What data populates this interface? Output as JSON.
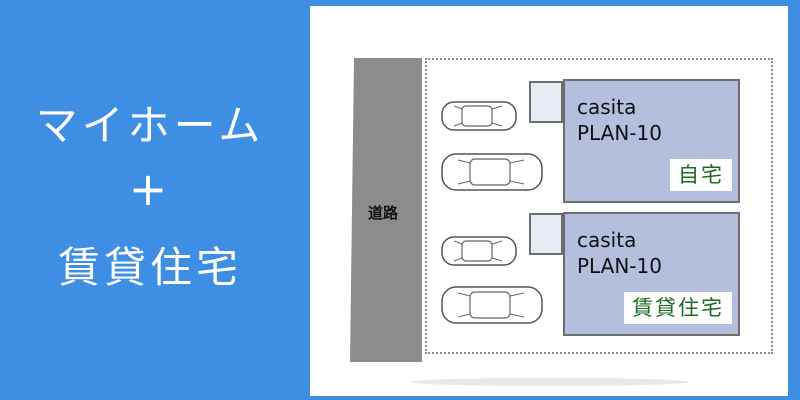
{
  "headline": {
    "line1": "マイホーム",
    "line2": "+",
    "line3": "賃貸住宅"
  },
  "diagram": {
    "road_label": "道路",
    "houses": [
      {
        "name_line1": "casita",
        "name_line2": "PLAN-10",
        "use": "自宅"
      },
      {
        "name_line1": "casita",
        "name_line2": "PLAN-10",
        "use": "賃貸住宅"
      }
    ],
    "colors": {
      "banner_blue": "#3e8ee4",
      "house_fill": "#b3bfdd",
      "road_gray": "#8c8c8c",
      "label_green": "#1d6b24"
    }
  }
}
